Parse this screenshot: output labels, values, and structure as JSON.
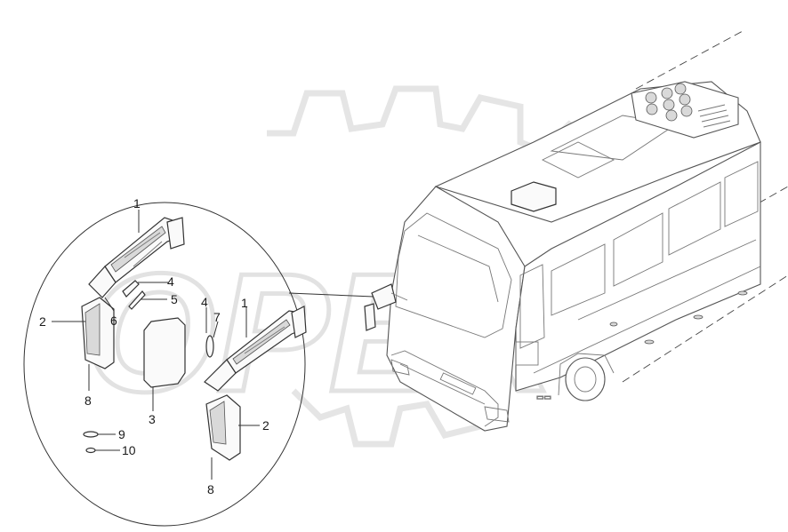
{
  "watermark": {
    "text": "OPEX"
  },
  "callouts": [
    {
      "id": "c1a",
      "text": "1"
    },
    {
      "id": "c4a",
      "text": "4"
    },
    {
      "id": "c5",
      "text": "5"
    },
    {
      "id": "c2a",
      "text": "2"
    },
    {
      "id": "c6",
      "text": "6"
    },
    {
      "id": "c8a",
      "text": "8"
    },
    {
      "id": "c3",
      "text": "3"
    },
    {
      "id": "c4b",
      "text": "4"
    },
    {
      "id": "c7",
      "text": "7"
    },
    {
      "id": "c1b",
      "text": "1"
    },
    {
      "id": "c2b",
      "text": "2"
    },
    {
      "id": "c8b",
      "text": "8"
    },
    {
      "id": "c9",
      "text": "9"
    },
    {
      "id": "c10",
      "text": "10"
    }
  ]
}
